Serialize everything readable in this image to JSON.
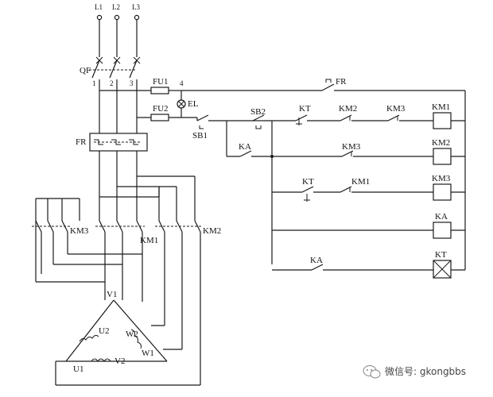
{
  "labels": {
    "L1": "L1",
    "L2": "L2",
    "L3": "L3",
    "QF": "QF",
    "t1": "1",
    "t2": "2",
    "t3": "3",
    "t4": "4",
    "FU1": "FU1",
    "FU2": "FU2",
    "EL": "EL",
    "FR_top": "FR",
    "FR_left": "FR",
    "SB1": "SB1",
    "SB2": "SB2",
    "KT_contact_r1": "KT",
    "KM2_contact_r1": "KM2",
    "KM3_contact_r1": "KM3",
    "KM1_coil": "KM1",
    "KA_contact_r2": "KA",
    "KM3_contact_r2": "KM3",
    "KM2_coil": "KM2",
    "KT_contact_r3": "KT",
    "KM1_contact_r3": "KM1",
    "KM3_coil": "KM3",
    "KA_coil": "KA",
    "KA_contact_r5": "KA",
    "KT_coil": "KT",
    "KM3_main": "KM3",
    "KM1_main": "KM1",
    "KM2_main": "KM2",
    "V1": "V1",
    "U2": "U2",
    "W2": "W2",
    "W1": "W1",
    "U1": "U1",
    "V2": "V2"
  },
  "watermark": {
    "text": "微信号: gkongbbs",
    "icon": "wechat-icon"
  }
}
